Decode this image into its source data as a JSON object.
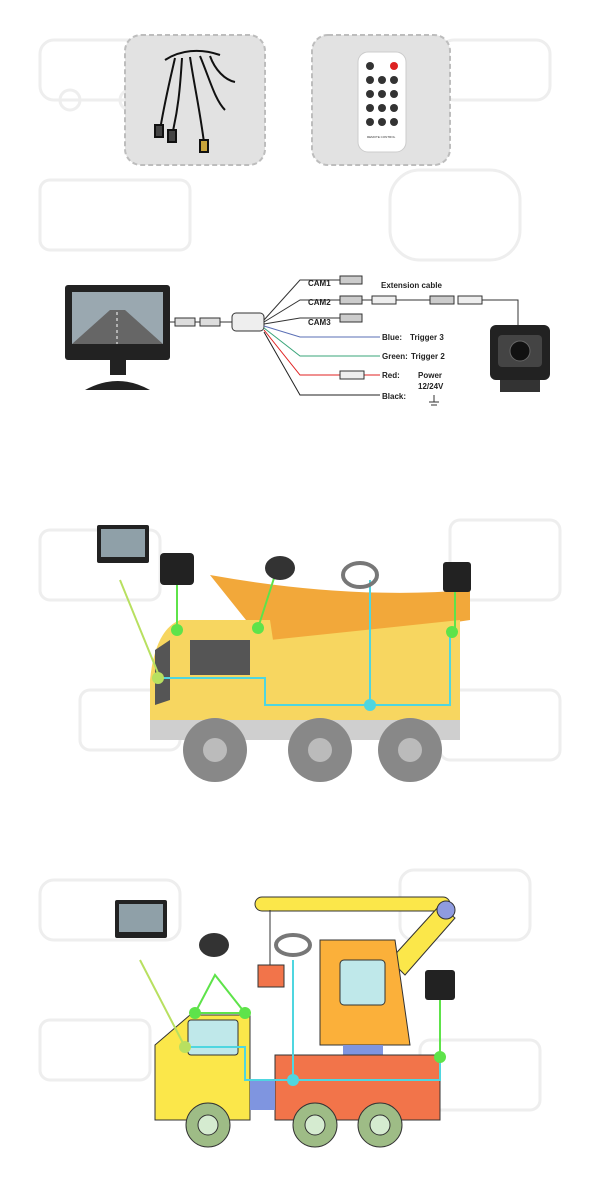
{
  "accessories": {
    "cable_panel": {
      "icon": "cable-harness-icon"
    },
    "remote_panel": {
      "icon": "remote-control-icon",
      "remote_label": "REMOTE CONTROL"
    }
  },
  "wiring": {
    "cam1": "CAM1",
    "cam2": "CAM2",
    "cam3": "CAM3",
    "extension": "Extension cable",
    "blue": "Blue:",
    "blue_target": "Trigger 3",
    "green": "Green:",
    "green_target": "Trigger 2",
    "red": "Red:",
    "red_target": "Power",
    "red_voltage": "12/24V",
    "black": "Black:",
    "colors": {
      "blue": "#5a6fb5",
      "green": "#3aa57a",
      "red": "#e02020",
      "black": "#222222"
    }
  },
  "installs": {
    "line_color": "#4fd6e0",
    "node_color": "#5ee34a",
    "truck_body": "#f7d660",
    "dump_bed": "#f2a83a",
    "crane_body": "#f26b4a"
  }
}
